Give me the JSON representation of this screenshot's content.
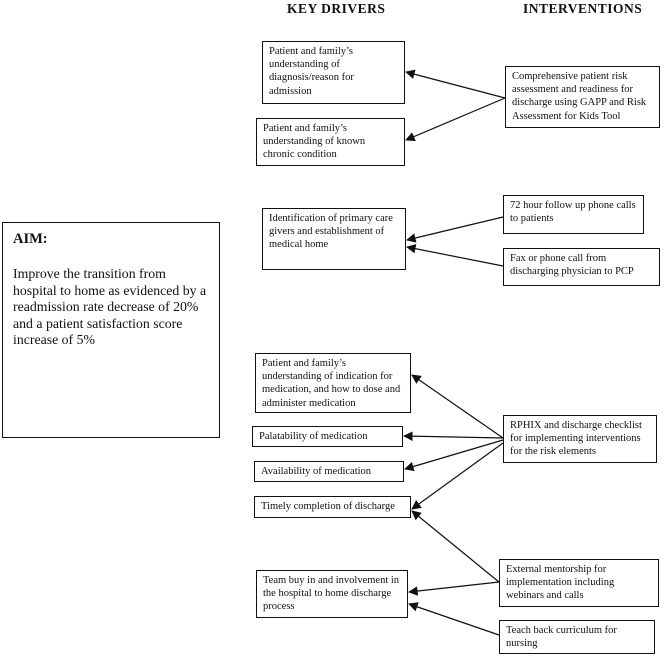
{
  "headings": {
    "key_drivers": "KEY DRIVERS",
    "interventions": "INTERVENTIONS"
  },
  "aim": {
    "title": "AIM:",
    "text": "Improve the transition from hospital to home as evidenced by a readmission rate decrease of 20% and a patient satisfaction score increase of 5%"
  },
  "drivers": [
    "Patient and family’s understanding of diagnosis/reason for admission",
    "Patient and family’s understanding of known chronic condition",
    "Identification of primary care givers and establishment of medical home",
    "Patient and family’s understanding of indication for medication, and how to dose and administer medication",
    "Palatability of medication",
    "Availability of medication",
    "Timely completion of discharge",
    "Team buy in and involvement in the hospital to home discharge process"
  ],
  "interventions": [
    "Comprehensive patient risk assessment and readiness for discharge using GAPP and Risk Assessment for Kids Tool",
    "72 hour follow up phone calls to patients",
    "Fax or phone call from discharging physician to PCP",
    "RPHIX and discharge checklist for implementing interventions for the risk elements",
    "External mentorship for implementation including webinars and calls",
    "Teach back curriculum for nursing"
  ]
}
